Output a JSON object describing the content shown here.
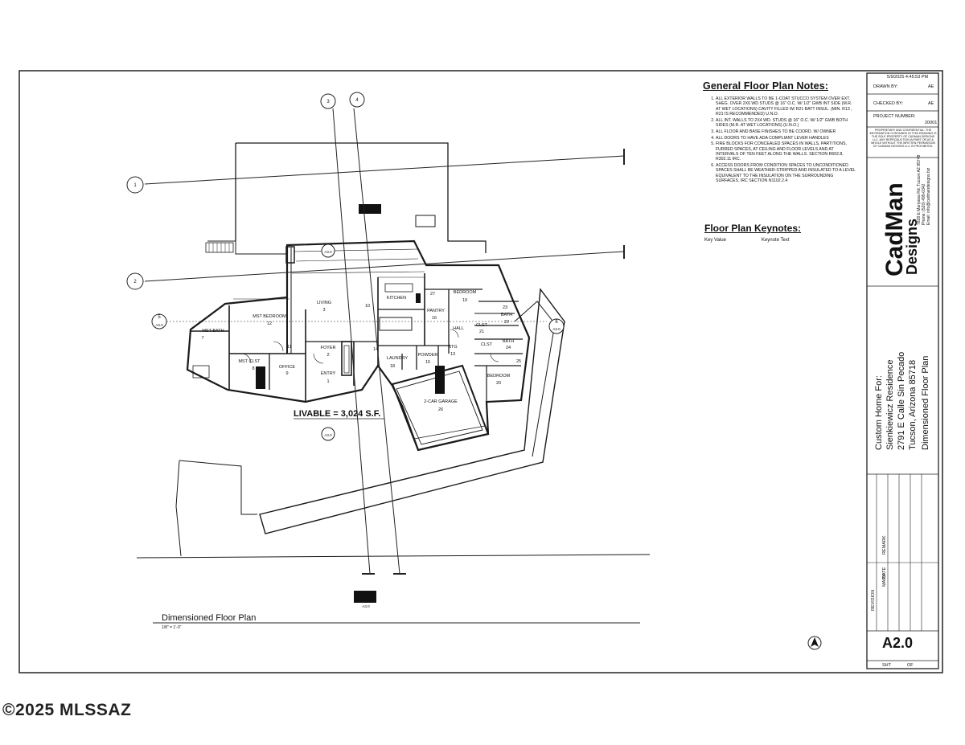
{
  "watermark": "©2025 MLSSAZ",
  "plan": {
    "livable": "LIVABLE = 3,024 S.F.",
    "drawing_title": "Dimensioned Floor Plan",
    "drawing_scale": "1/8\" = 1'-0\"",
    "rooms": {
      "mst_bedroom": "MST BEDROOM",
      "mst_bedroom_num": "12",
      "mst_bath": "MST BATH",
      "mst_clst": "MST CLST",
      "office": "OFFICE",
      "living": "LIVING",
      "living_num": "3",
      "kitchen": "KITCHEN",
      "kitchen_num": "10",
      "pantry": "PANTRY",
      "pantry_num": "16",
      "bedroom_upper": "BEDROOM",
      "bedroom_upper_num": "19",
      "hall": "HALL",
      "clst_a": "CLST",
      "clst_b": "CLST",
      "bath_a": "BATH",
      "bath_a_num": "22",
      "bath_b": "BATH",
      "bath_b_num": "24",
      "foyer": "FOYER",
      "foyer_num": "2",
      "entry": "ENTRY",
      "entry_num": "1",
      "laundry": "LAUNDRY",
      "laundry_num": "18",
      "powder": "POWDER",
      "powder_num": "15",
      "stg": "STG",
      "stg_num": "13",
      "bedroom_lower": "BEDROOM",
      "bedroom_lower_num": "20",
      "garage": "2-CAR GARAGE",
      "garage_num": "26",
      "room_num_23": "23",
      "room_num_25": "25",
      "room_num_21": "21",
      "room_num_27": "27",
      "room_num_14": "14",
      "room_num_9": "9",
      "room_num_8": "8",
      "room_num_11": "11",
      "room_num_7": "7"
    },
    "section_marks": [
      "A3.0",
      "A3.0",
      "A3.0",
      "A3.0",
      "A3.0"
    ],
    "grid_marks": [
      "1",
      "2",
      "3",
      "4",
      "5",
      "6"
    ]
  },
  "notes": {
    "title": "General Floor Plan Notes:",
    "items": [
      "All exterior walls to be 1-coat stucco system over ext. sheg. over 2x6 wd studs @ 16\" o.c. w/ 1/2\" gwb int side (m.r. at wet locations) cavity filled w/ r21 batt insul. (min. r13 , r21 is recommended) u.n.o.",
      "All int. walls to 2x4 wd. studs @ 16\" o.c. w/ 1/2\" gwb both sides (m.r. at wet locations) (u.n.o.)",
      "All floor and base finishes to be coord. w/ owner",
      "All doors to have ada compliant lever handles",
      "Fire blocks for concealed spaces in walls, partitions, furred spaces, at ceiling and floor levels and at intervals of ten feet along the walls. section r602.8, r302.11 irc.",
      "Access doors from condition spaces to unconditioned spaces shall be weather-stripped and insulated to a level equivalent to the insulation on the surrounding surfaces. irc section n1102.2.4"
    ]
  },
  "keynotes": {
    "title": "Floor Plan Keynotes:",
    "col_key": "Key Value",
    "col_text": "Keynote Text"
  },
  "titleblock": {
    "date_time": "5/9/2025 4:45:53 PM",
    "drawn_by_label": "DRAWN BY:",
    "drawn_by": "AE",
    "checked_by_label": "CHECKED BY:",
    "checked_by": "AE",
    "project_label": "PROJECT NUMBER:",
    "project_number": "20001",
    "proprietary": "PROPRIETARY AND CONFIDENTIAL: THE INFORMATION CONTAINED IN THIS DRAWING IS THE SOLE PROPERTY OF CADMAN DESIGNS LLC. ANY REPRODUCTION IN PART OR AS A WHOLE WITHOUT THE WRITTEN PERMISSION OF CADMAN DESIGNS LLC IS PROHIBITED.",
    "logo_main": "CadMan",
    "logo_sub": "Designs",
    "firm_address": "7828 E Mariposa Rd, Tucson AZ 85748",
    "firm_phone": "Phone: (520) 495-0342",
    "firm_email": "Email: info@cadmandesigns.biz",
    "project_line1": "Custom Home For:",
    "project_line2": "Sienkiewicz Residence",
    "project_line3": "2791 E Calle Sin Pecado",
    "project_line4": "Tucson, Arizona 85718",
    "project_line5": "Dimensioned Floor Plan",
    "revision_label": "REVISION",
    "rev_mark": "MARK",
    "rev_date": "DATE",
    "rev_remark": "REMARK",
    "sheet": "A2.0",
    "sht_label": "SHT",
    "of_label": "OF"
  }
}
